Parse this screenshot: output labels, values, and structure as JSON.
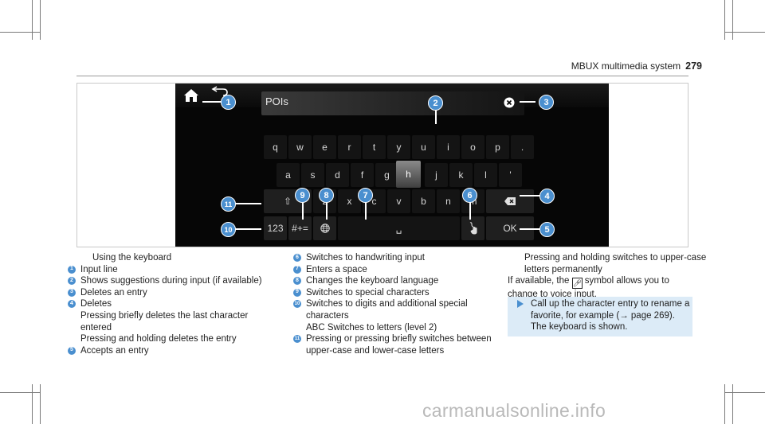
{
  "header": {
    "title": "MBUX multimedia system",
    "page_number": "279"
  },
  "screen": {
    "input_text": "POIs",
    "rows": [
      [
        "q",
        "w",
        "e",
        "r",
        "t",
        "y",
        "u",
        "i",
        "o",
        "p",
        "."
      ],
      [
        "a",
        "s",
        "d",
        "f",
        "g",
        "h",
        "j",
        "k",
        "l",
        "'"
      ],
      [
        "⇧",
        "z",
        "x",
        "c",
        "v",
        "b",
        "n",
        "m"
      ],
      [
        "123",
        "#+=",
        "",
        "␣",
        "",
        "OK"
      ]
    ],
    "selected_key": "h",
    "callouts": [
      "1",
      "2",
      "3",
      "4",
      "5",
      "6",
      "7",
      "8",
      "9",
      "10",
      "11"
    ]
  },
  "legend": {
    "caption": "Using the keyboard",
    "col1": [
      {
        "n": "1",
        "text": "Input line"
      },
      {
        "n": "2",
        "text": "Shows suggestions during input (if available)"
      },
      {
        "n": "3",
        "text": "Deletes an entry"
      },
      {
        "n": "4",
        "text": "Deletes",
        "extra": [
          "Pressing briefly deletes the last character entered",
          "Pressing and holding deletes the entry"
        ]
      },
      {
        "n": "5",
        "text": "Accepts an entry"
      }
    ],
    "col2": [
      {
        "n": "6",
        "text": "Switches to handwriting input"
      },
      {
        "n": "7",
        "text": "Enters a space"
      },
      {
        "n": "8",
        "text": "Changes the keyboard language"
      },
      {
        "n": "9",
        "text": "Switches to special characters"
      },
      {
        "n": "10",
        "text": "Switches to digits and additional special characters",
        "extra": [
          "ABC Switches to letters (level 2)"
        ]
      },
      {
        "n": "11",
        "text": "Pressing or pressing briefly switches between upper-case and lower-case letters"
      }
    ],
    "col3_continuation": "Pressing and holding switches to upper-case letters permanently",
    "col3_note_before": "If available, the",
    "col3_note_after": "symbol allows you to change to voice input.",
    "action_line1": "Call up the character entry to rename a",
    "action_line2": "favorite, for example (→ page 269).",
    "action_line3": "The keyboard is shown."
  },
  "watermark": "carmanualsonline.info"
}
